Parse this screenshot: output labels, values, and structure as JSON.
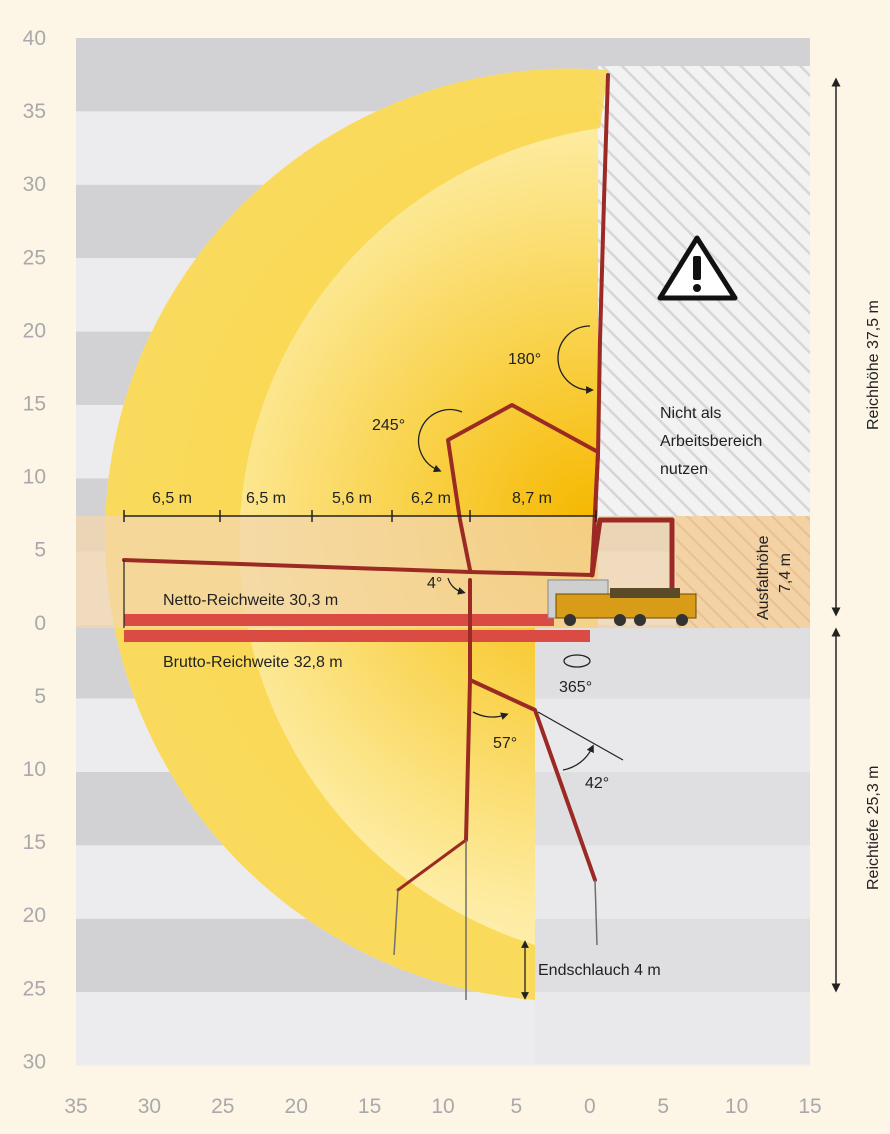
{
  "y_ticks": [
    "40",
    "35",
    "30",
    "25",
    "20",
    "15",
    "10",
    "5",
    "0",
    "5",
    "10",
    "15",
    "20",
    "25",
    "30"
  ],
  "x_ticks": [
    "35",
    "30",
    "25",
    "20",
    "15",
    "10",
    "5",
    "0",
    "5",
    "10",
    "15"
  ],
  "segments": [
    "6,5 m",
    "6,5 m",
    "5,6 m",
    "6,2 m",
    "8,7 m"
  ],
  "netto_label": "Netto-Reichweite 30,3 m",
  "brutto_label": "Brutto-Reichweite 32,8 m",
  "angles": {
    "a180": "180°",
    "a245": "245°",
    "a4": "4°",
    "a57": "57°",
    "a42": "42°",
    "a365": "365°"
  },
  "warning_text": [
    "Nicht als",
    "Arbeitsbereich",
    "nutzen"
  ],
  "warning_icon": "warning-triangle-icon",
  "ausfalt_label": "Ausfalthöhe",
  "ausfalt_value": "7,4 m",
  "reichhoehe_label": "Reichhöhe 37,5 m",
  "reichtiefe_label": "Reichtiefe 25,3 m",
  "endschlauch_label": "Endschlauch 4 m",
  "colors": {
    "background": "#fdf6e6",
    "band_dark": "#d2d2d4",
    "band_light": "#ececee",
    "zone_yellow": "#f7c400",
    "boom": "#9b2a25",
    "reach_bar": "#d94b43",
    "outrigger_zone": "#f3d2a6"
  }
}
